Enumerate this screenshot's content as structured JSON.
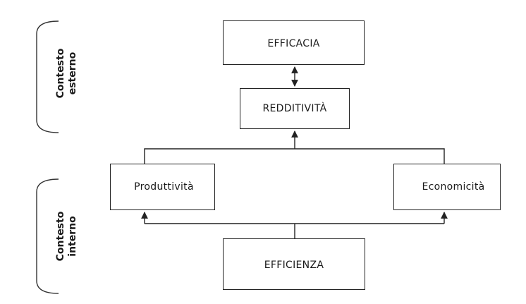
{
  "diagram": {
    "context_external": {
      "line1": "Contesto",
      "line2": "esterno"
    },
    "context_internal": {
      "line1": "Contesto",
      "line2": "interno"
    },
    "nodes": {
      "efficacia": "EFFICACIA",
      "redditivita": "REDDITIVITÀ",
      "produttivita": "Produttività",
      "economicita": "Economicità",
      "efficienza": "EFFICIENZA"
    }
  }
}
